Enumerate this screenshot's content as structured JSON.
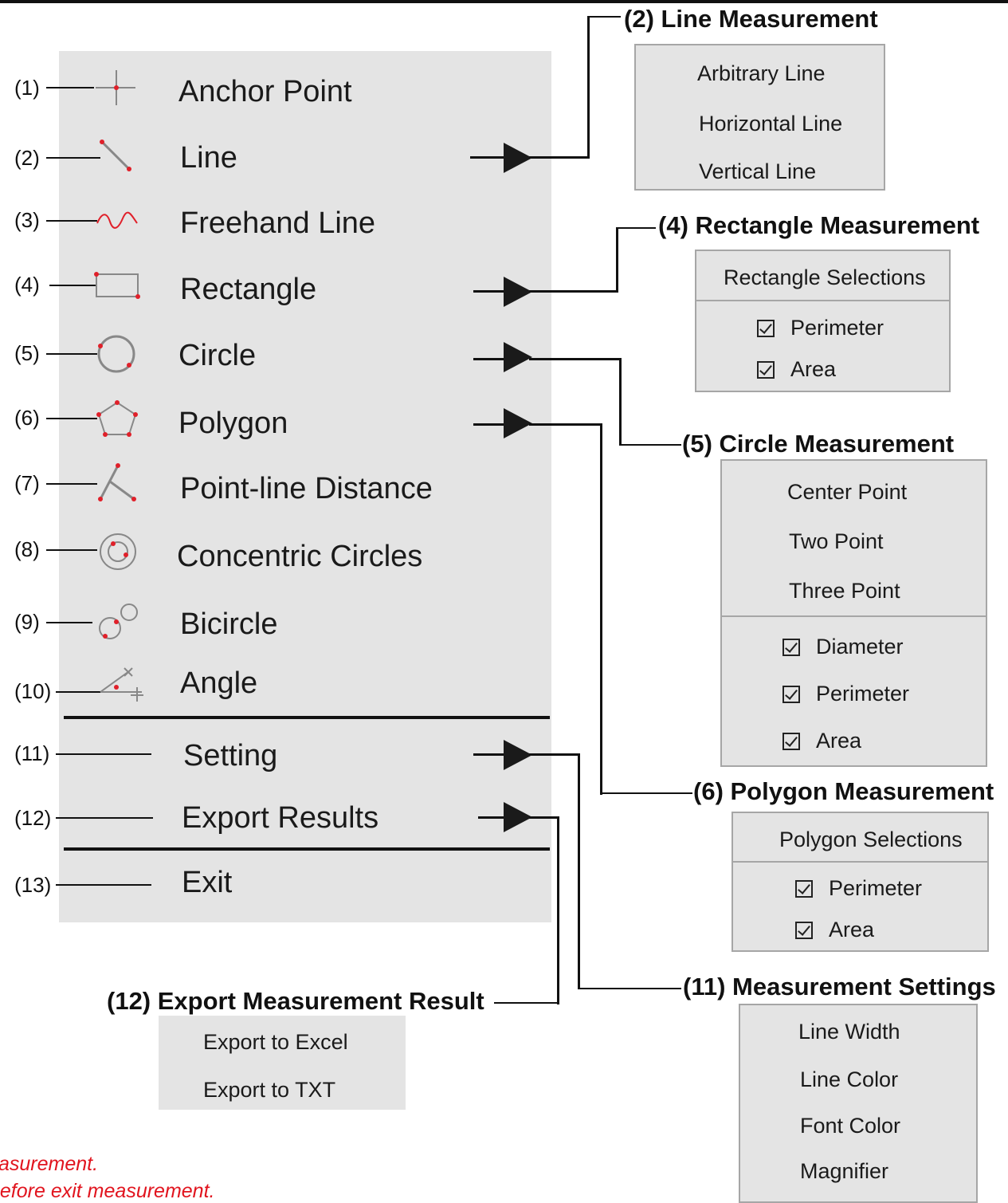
{
  "menu": {
    "items": [
      {
        "num": "(1)",
        "label": "Anchor Point",
        "icon": "anchor-point-icon",
        "has_submenu": false
      },
      {
        "num": "(2)",
        "label": "Line",
        "icon": "line-icon",
        "has_submenu": true
      },
      {
        "num": "(3)",
        "label": "Freehand Line",
        "icon": "freehand-line-icon",
        "has_submenu": false
      },
      {
        "num": "(4)",
        "label": "Rectangle",
        "icon": "rectangle-icon",
        "has_submenu": true
      },
      {
        "num": "(5)",
        "label": "Circle",
        "icon": "circle-icon",
        "has_submenu": true
      },
      {
        "num": "(6)",
        "label": "Polygon",
        "icon": "polygon-icon",
        "has_submenu": true
      },
      {
        "num": "(7)",
        "label": "Point-line Distance",
        "icon": "point-line-distance-icon",
        "has_submenu": false
      },
      {
        "num": "(8)",
        "label": "Concentric Circles",
        "icon": "concentric-circles-icon",
        "has_submenu": false
      },
      {
        "num": "(9)",
        "label": "Bicircle",
        "icon": "bicircle-icon",
        "has_submenu": false
      },
      {
        "num": "(10)",
        "label": "Angle",
        "icon": "angle-icon",
        "has_submenu": false
      },
      {
        "num": "(11)",
        "label": "Setting",
        "icon": "",
        "has_submenu": true
      },
      {
        "num": "(12)",
        "label": "Export Results",
        "icon": "",
        "has_submenu": true
      },
      {
        "num": "(13)",
        "label": "Exit",
        "icon": "",
        "has_submenu": false
      }
    ]
  },
  "submenus": {
    "line": {
      "title": "(2) Line Measurement",
      "items": [
        "Arbitrary Line",
        "Horizontal Line",
        "Vertical Line"
      ]
    },
    "rectangle": {
      "title": "(4) Rectangle Measurement",
      "header": "Rectangle Selections",
      "options": [
        "Perimeter",
        "Area"
      ]
    },
    "circle": {
      "title": "(5) Circle Measurement",
      "items": [
        "Center Point",
        "Two Point",
        "Three Point"
      ],
      "options": [
        "Diameter",
        "Perimeter",
        "Area"
      ]
    },
    "polygon": {
      "title": "(6) Polygon Measurement",
      "header": "Polygon Selections",
      "options": [
        "Perimeter",
        "Area"
      ]
    },
    "settings": {
      "title": "(11) Measurement Settings",
      "items": [
        "Line Width",
        "Line Color",
        "Font Color",
        "Magnifier"
      ]
    },
    "export": {
      "title": "(12) Export Measurement Result",
      "items": [
        "Export to Excel",
        "Export to TXT"
      ]
    }
  },
  "notes": [
    "asurement.",
    "before exit measurement."
  ],
  "colors": {
    "menu_bg": "#e4e4e4",
    "submenu_border": "#a6a6a6",
    "icon_accent": "#e0202a",
    "note_text": "#e1141e"
  }
}
